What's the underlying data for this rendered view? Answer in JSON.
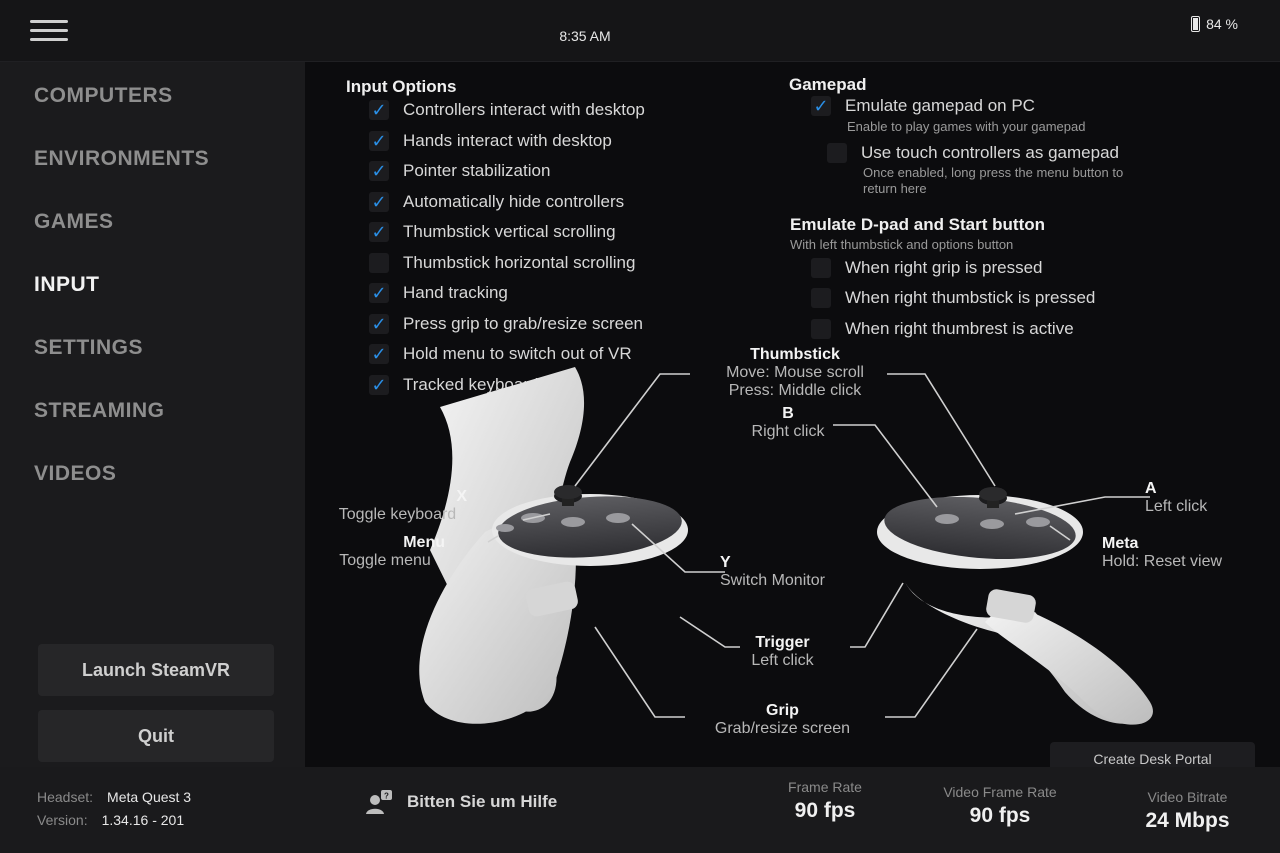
{
  "topbar": {
    "time": "8:35 AM",
    "battery": "84 %"
  },
  "sidebar": {
    "items": [
      {
        "label": "COMPUTERS"
      },
      {
        "label": "ENVIRONMENTS"
      },
      {
        "label": "GAMES"
      },
      {
        "label": "INPUT",
        "active": true
      },
      {
        "label": "SETTINGS"
      },
      {
        "label": "STREAMING"
      },
      {
        "label": "VIDEOS"
      }
    ],
    "launch_label": "Launch SteamVR",
    "quit_label": "Quit"
  },
  "input_options": {
    "title": "Input Options",
    "items": [
      {
        "label": "Controllers interact with desktop",
        "checked": true
      },
      {
        "label": "Hands interact with desktop",
        "checked": true
      },
      {
        "label": "Pointer stabilization",
        "checked": true
      },
      {
        "label": "Automatically hide controllers",
        "checked": true
      },
      {
        "label": "Thumbstick vertical scrolling",
        "checked": true
      },
      {
        "label": "Thumbstick horizontal scrolling",
        "checked": false
      },
      {
        "label": "Hand tracking",
        "checked": true
      },
      {
        "label": "Press grip to grab/resize screen",
        "checked": true
      },
      {
        "label": "Hold menu to switch out of VR",
        "checked": true
      },
      {
        "label": "Tracked keyboard",
        "checked": true
      }
    ]
  },
  "gamepad": {
    "title": "Gamepad",
    "emulate_label": "Emulate gamepad on PC",
    "emulate_checked": true,
    "emulate_sub": "Enable to play games with your gamepad",
    "touch_label": "Use touch controllers as gamepad",
    "touch_checked": false,
    "touch_sub_1": "Once enabled, long press the menu button to",
    "touch_sub_2": "return here"
  },
  "dpad": {
    "title": "Emulate D-pad and Start button",
    "sub": "With left thumbstick and options button",
    "items": [
      {
        "label": "When right grip is pressed",
        "checked": false
      },
      {
        "label": "When right thumbstick is pressed",
        "checked": false
      },
      {
        "label": "When right thumbrest is active",
        "checked": false
      }
    ]
  },
  "diagram": {
    "thumbstick": {
      "title": "Thumbstick",
      "line1": "Move: Mouse scroll",
      "line2": "Press: Middle click"
    },
    "b": {
      "title": "B",
      "line1": "Right click"
    },
    "x": {
      "title": "X",
      "line1": "Toggle keyboard"
    },
    "menu": {
      "title": "Menu",
      "line1": "Toggle menu"
    },
    "y": {
      "title": "Y",
      "line1": "Switch Monitor"
    },
    "a": {
      "title": "A",
      "line1": "Left click"
    },
    "meta": {
      "title": "Meta",
      "line1": "Hold: Reset view"
    },
    "trigger": {
      "title": "Trigger",
      "line1": "Left click"
    },
    "grip": {
      "title": "Grip",
      "line1": "Grab/resize screen"
    }
  },
  "create_portal_label": "Create Desk Portal",
  "status": {
    "headset_key": "Headset:",
    "headset_value": "Meta Quest 3",
    "version_key": "Version:",
    "version_value": "1.34.16 - 201",
    "help_label": "Bitten Sie um Hilfe",
    "frame_rate_key": "Frame Rate",
    "frame_rate_value": "90 fps",
    "video_frame_rate_key": "Video Frame Rate",
    "video_frame_rate_value": "90 fps",
    "video_bitrate_key": "Video Bitrate",
    "video_bitrate_value": "24 Mbps"
  },
  "colors": {
    "accent": "#2a8fe6",
    "sidebar": "#1b1b1d",
    "background": "#0c0c0e"
  }
}
